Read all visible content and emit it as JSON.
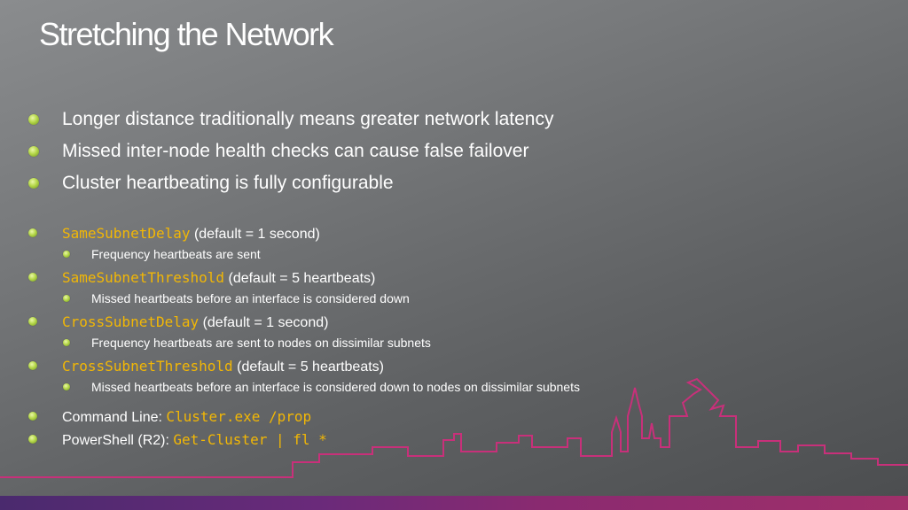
{
  "title": "Stretching the Network",
  "main_points": [
    "Longer distance traditionally means greater network latency",
    "Missed inter-node health checks can cause false failover",
    "Cluster heartbeating is fully configurable"
  ],
  "settings": [
    {
      "name": "SameSubnetDelay",
      "default": "(default = 1 second)",
      "description": "Frequency heartbeats are sent"
    },
    {
      "name": "SameSubnetThreshold",
      "default": "(default = 5 heartbeats)",
      "description": "Missed heartbeats before an interface is considered down"
    },
    {
      "name": "CrossSubnetDelay",
      "default": "(default = 1 second)",
      "description": "Frequency heartbeats are sent to nodes on dissimilar subnets"
    },
    {
      "name": "CrossSubnetThreshold",
      "default": "(default = 5 heartbeats)",
      "description": "Missed heartbeats before an interface is considered down to nodes on dissimilar subnets"
    }
  ],
  "commands": [
    {
      "label": "Command Line: ",
      "code": "Cluster.exe /prop"
    },
    {
      "label": "PowerShell (R2): ",
      "code": "Get-Cluster | fl *"
    }
  ],
  "colors": {
    "code": "#f2b705",
    "skyline": "#c8307a",
    "bullet": "#b6d84a"
  }
}
